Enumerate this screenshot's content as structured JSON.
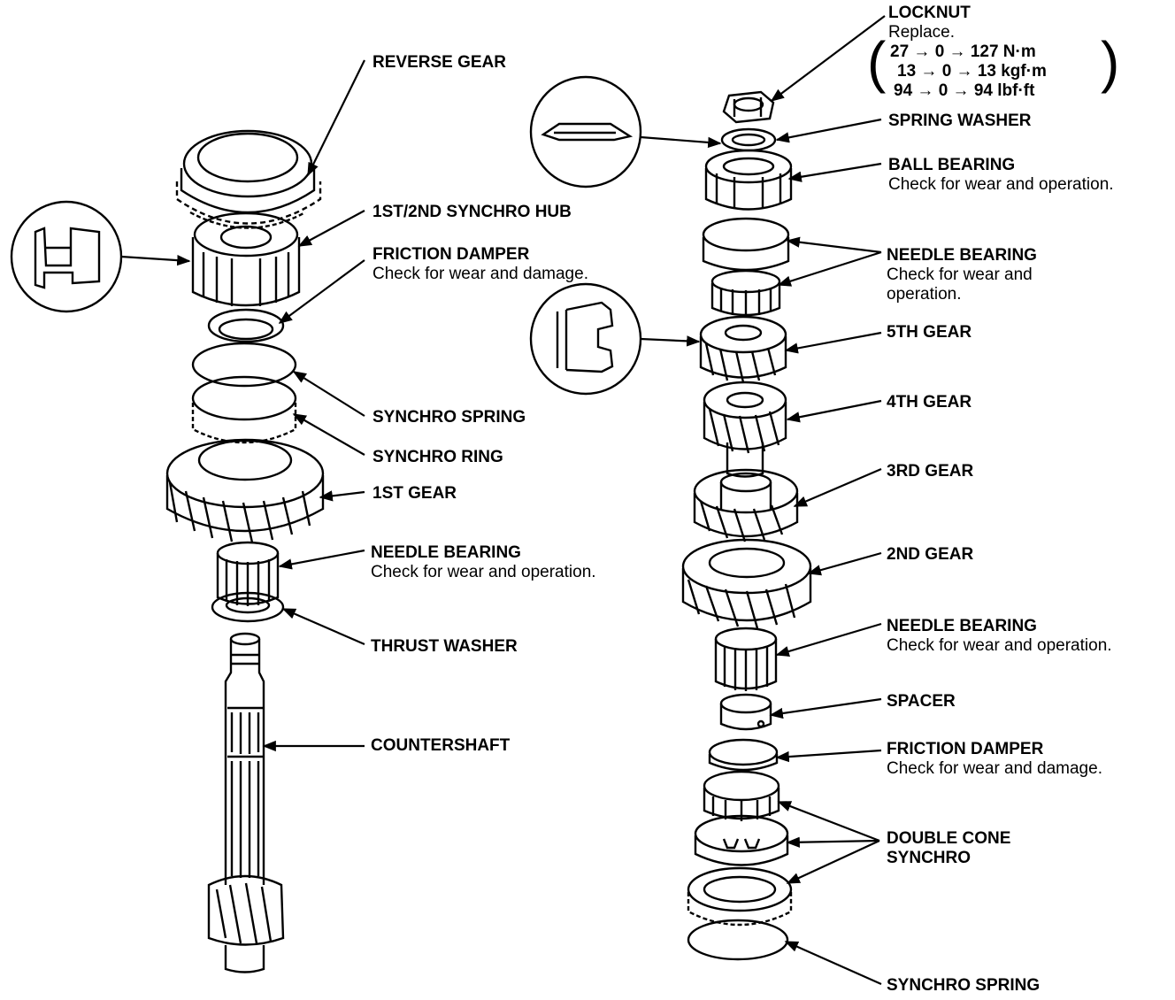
{
  "labels": {
    "reverse_gear": "REVERSE GEAR",
    "synchro_hub": "1ST/2ND SYNCHRO HUB",
    "friction_damper_left": {
      "title": "FRICTION DAMPER",
      "note": "Check for wear and damage."
    },
    "synchro_spring_left": "SYNCHRO SPRING",
    "synchro_ring": "SYNCHRO RING",
    "first_gear": "1ST GEAR",
    "needle_bearing_left": {
      "title": "NEEDLE BEARING",
      "note": "Check for wear and operation."
    },
    "thrust_washer": "THRUST WASHER",
    "countershaft": "COUNTERSHAFT",
    "locknut": {
      "title": "LOCKNUT",
      "note": "Replace.",
      "torque": [
        "27 → 0 → 127 N·m",
        "13 → 0 → 13 kgf·m",
        "94 → 0 → 94 lbf·ft"
      ]
    },
    "spring_washer": "SPRING WASHER",
    "ball_bearing": {
      "title": "BALL BEARING",
      "note": "Check for wear and operation."
    },
    "needle_bearing_upper": {
      "title": "NEEDLE BEARING",
      "note_1": "Check for wear and",
      "note_2": "operation."
    },
    "fifth_gear": "5TH GEAR",
    "fourth_gear": "4TH GEAR",
    "third_gear": "3RD GEAR",
    "second_gear": "2ND GEAR",
    "needle_bearing_lower": {
      "title": "NEEDLE BEARING",
      "note": "Check for wear and operation."
    },
    "spacer": "SPACER",
    "friction_damper_right": {
      "title": "FRICTION DAMPER",
      "note": "Check for wear and damage."
    },
    "double_cone_synchro": {
      "line_1": "DOUBLE CONE",
      "line_2": "SYNCHRO"
    },
    "synchro_spring_right": "SYNCHRO SPRING"
  },
  "colors": {
    "ink": "#000000",
    "paper": "#ffffff"
  }
}
